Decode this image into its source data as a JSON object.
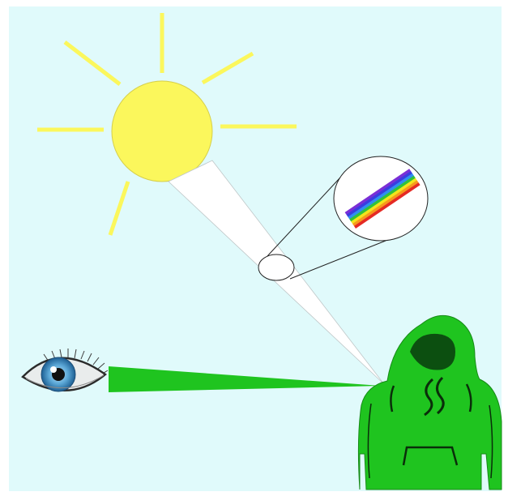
{
  "diagram": {
    "colors": {
      "background": "#e0fafb",
      "sun_fill": "#fbf75c",
      "sun_stroke": "#d6cf4a",
      "ray": "#fbf75c",
      "light_beam": "#ffffff",
      "reflected_light": "#1fc41f",
      "hoodie": "#1fc41f",
      "hoodie_dark": "#0c4f10",
      "hoodie_line": "#0a2e0a",
      "iris": "#5da9d8",
      "magnifier_stroke": "#222222"
    },
    "spectrum_colors": [
      "#7a2ed6",
      "#3a3ce0",
      "#2f8ef0",
      "#31c23a",
      "#f2e51c",
      "#f79a1c",
      "#e52a24"
    ],
    "elements": [
      {
        "id": "sun",
        "icon": "sun-icon"
      },
      {
        "id": "white-light-beam",
        "icon": "light-beam"
      },
      {
        "id": "magnifier",
        "icon": "magnifier-ellipse"
      },
      {
        "id": "visible-spectrum",
        "icon": "rainbow-stripes"
      },
      {
        "id": "green-hoodie",
        "icon": "hoodie-icon"
      },
      {
        "id": "reflected-green-light",
        "icon": "green-beam"
      },
      {
        "id": "observer-eye",
        "icon": "eye-icon"
      }
    ]
  }
}
